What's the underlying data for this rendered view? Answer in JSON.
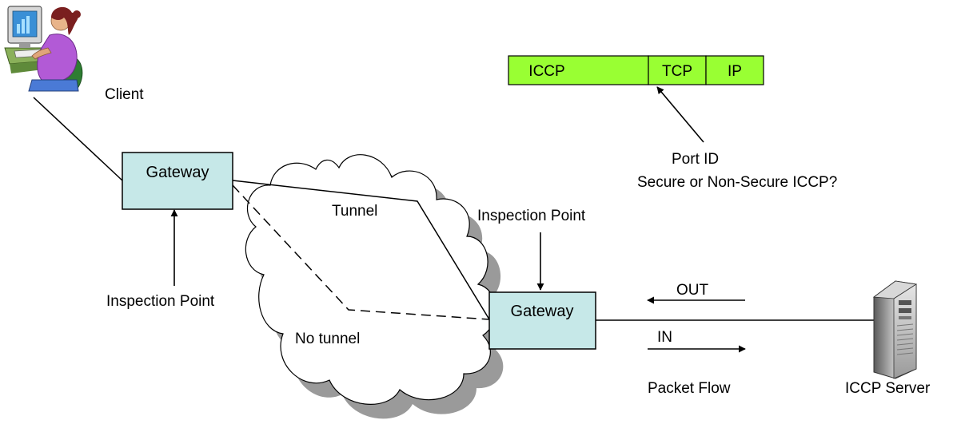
{
  "labels": {
    "client": "Client",
    "gateway_left": "Gateway",
    "gateway_right": "Gateway",
    "inspection_left": "Inspection Point",
    "inspection_right": "Inspection Point",
    "tunnel": "Tunnel",
    "no_tunnel": "No tunnel",
    "out": "OUT",
    "in": "IN",
    "packet_flow": "Packet Flow",
    "server": "ICCP Server",
    "port_id": "Port ID",
    "secure_question": "Secure or Non-Secure ICCP?"
  },
  "packet_header": {
    "fields": [
      "ICCP",
      "TCP",
      "IP"
    ],
    "fill": "#99ff33"
  },
  "colors": {
    "gateway_fill": "#c6e8e8",
    "cloud_fill": "#ffffff",
    "cloud_shadow": "#9a9a9a",
    "line": "#000000"
  },
  "icons": {
    "client": "person-at-computer-icon",
    "server": "tower-server-icon"
  }
}
